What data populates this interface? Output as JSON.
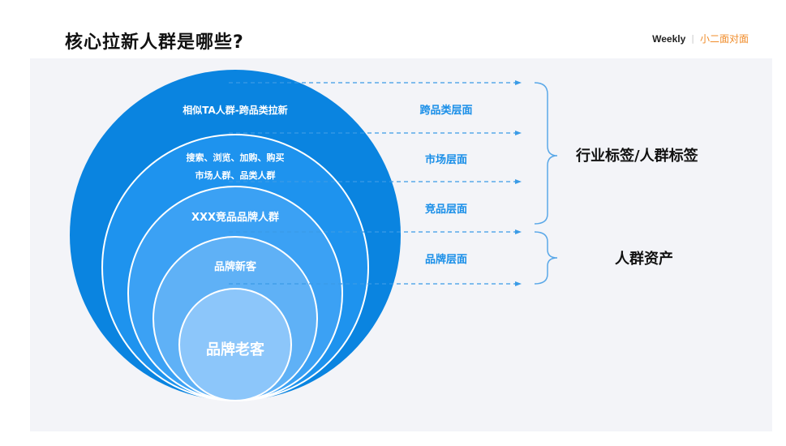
{
  "header": {
    "title": "核心拉新人群是哪些?",
    "brand_weekly": "Weekly",
    "brand_sep": "|",
    "brand_sub": "小二面对面"
  },
  "circles": [
    {
      "label": "相似TA人群-跨品类拉新",
      "color": "#0a84e0"
    },
    {
      "label_line1": "搜索、浏览、加购、购买",
      "label_line2": "市场人群、品类人群",
      "color": "#1e93ee"
    },
    {
      "label": "XXX竞品品牌人群",
      "color": "#3ba1f4"
    },
    {
      "label": "品牌新客",
      "color": "#5fb1f6"
    },
    {
      "label": "品牌老客",
      "color": "#8cc6fa"
    }
  ],
  "layers": [
    {
      "label": "跨品类层面"
    },
    {
      "label": "市场层面"
    },
    {
      "label": "竞品层面"
    },
    {
      "label": "品牌层面"
    }
  ],
  "groups": [
    {
      "label": "行业标签/人群标签"
    },
    {
      "label": "人群资产"
    }
  ],
  "colors": {
    "accent_blue": "#1a8fe8",
    "bracket": "#5aa8e8",
    "brand_orange": "#f08c2a",
    "panel_bg": "#f3f4f8"
  }
}
